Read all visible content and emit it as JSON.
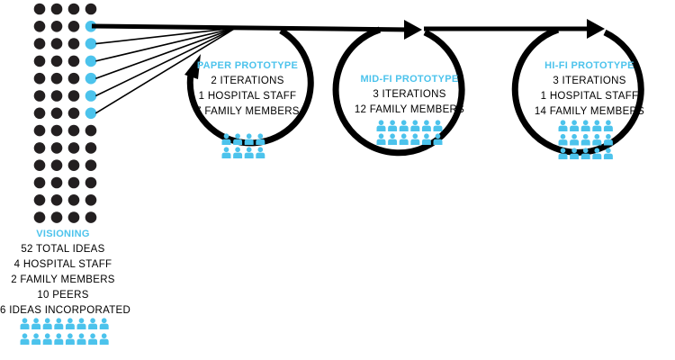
{
  "colors": {
    "dot_dark": "#231f20",
    "accent": "#4cc3ec",
    "line": "#000000"
  },
  "ideas": {
    "total": 52,
    "columns": 4,
    "highlighted_column": 4,
    "highlighted_rows": [
      1,
      2,
      3,
      4,
      5,
      6
    ]
  },
  "stages": [
    {
      "title": "VISIONING",
      "lines": [
        "52 TOTAL IDEAS",
        "4 HOSPITAL STAFF",
        "2 FAMILY MEMBERS",
        "10 PEERS",
        "6 IDEAS INCORPORATED"
      ],
      "people_count": 16
    },
    {
      "title": "PAPER PROTOTYPE",
      "lines": [
        "2 ITERATIONS",
        "1 HOSPITAL STAFF",
        "7 FAMILY MEMBERS"
      ],
      "people_count": 8
    },
    {
      "title": "MID-FI PROTOTYPE",
      "lines": [
        "3 ITERATIONS",
        "12 FAMILY MEMBERS"
      ],
      "people_count": 12
    },
    {
      "title": "HI-FI PROTOTYPE",
      "lines": [
        "3 ITERATIONS",
        "1 HOSPITAL STAFF",
        "14 FAMILY MEMBERS"
      ],
      "people_count": 15
    }
  ]
}
